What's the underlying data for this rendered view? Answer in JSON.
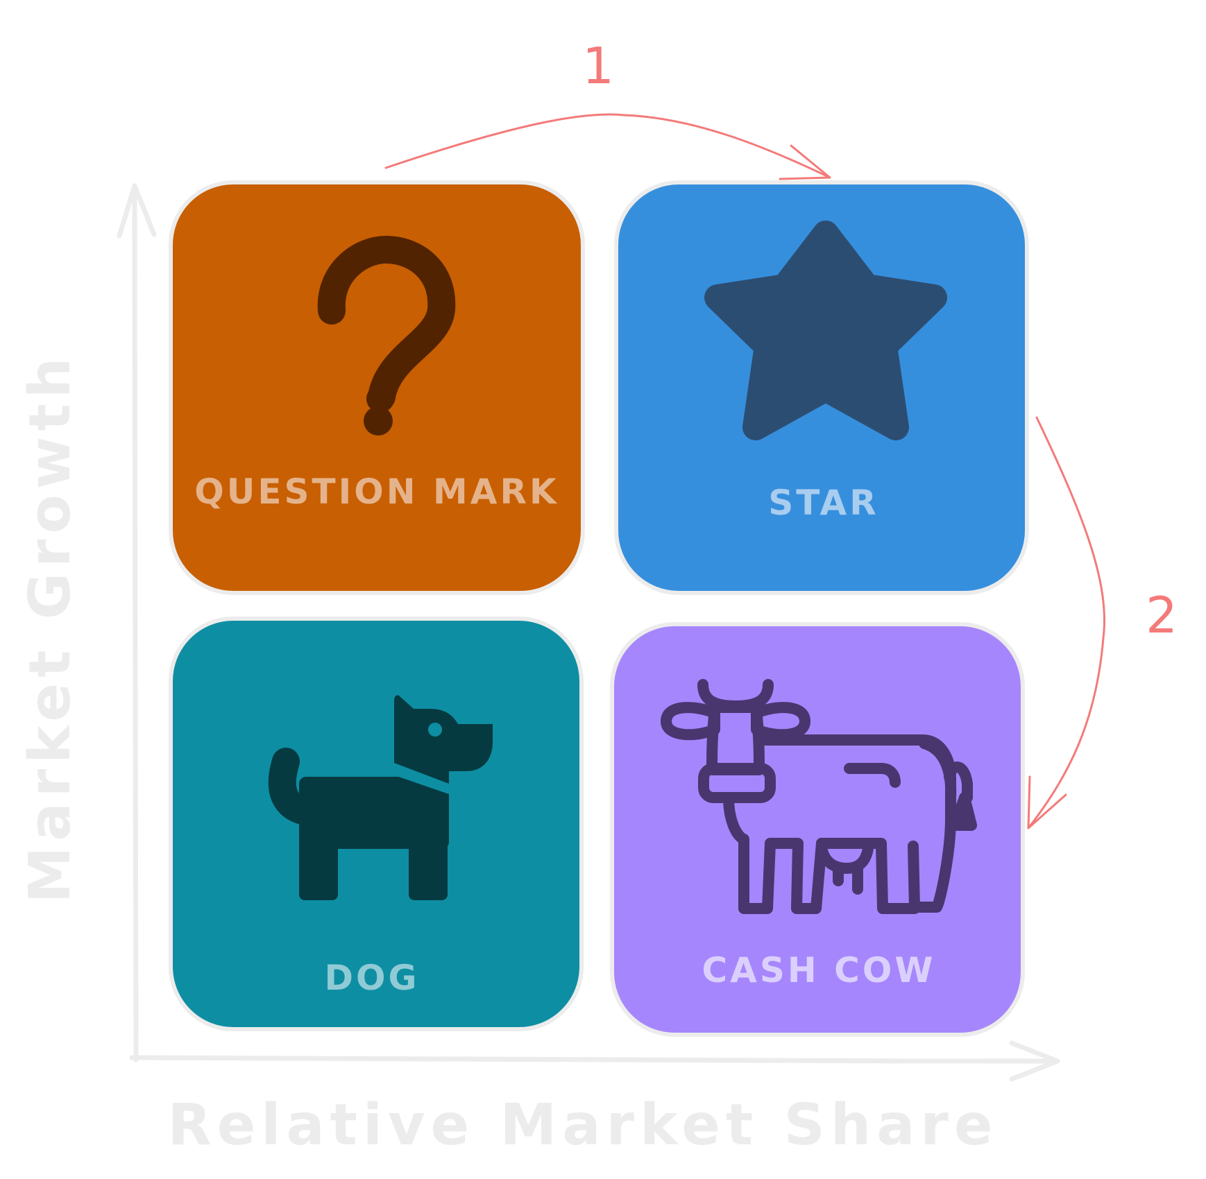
{
  "quadrants": {
    "question_mark": {
      "label": "QUESTION MARK",
      "color": "#c85f02",
      "text_color": "#e5b38b",
      "icon": "question-mark-icon",
      "icon_color": "#522301"
    },
    "star": {
      "label": "STAR",
      "color": "#368fdd",
      "text_color": "#a9cdef",
      "icon": "star-icon",
      "icon_color": "#2c4d72"
    },
    "dog": {
      "label": "DOG",
      "color": "#0e8ea3",
      "text_color": "#90cbd5",
      "icon": "dog-icon",
      "icon_color": "#053a41"
    },
    "cash_cow": {
      "label": "CASH COW",
      "color": "#a686fc",
      "text_color": "#dbd0fd",
      "icon": "cow-icon",
      "icon_color": "#4a366f"
    }
  },
  "axes": {
    "x_label": "Relative Market Share",
    "y_label": "Market Growth",
    "color": "#ececec"
  },
  "transitions": [
    {
      "label": "1",
      "from": "question_mark",
      "to": "star"
    },
    {
      "label": "2",
      "from": "star",
      "to": "cash_cow"
    }
  ],
  "arrow_color": "#f47a7a"
}
